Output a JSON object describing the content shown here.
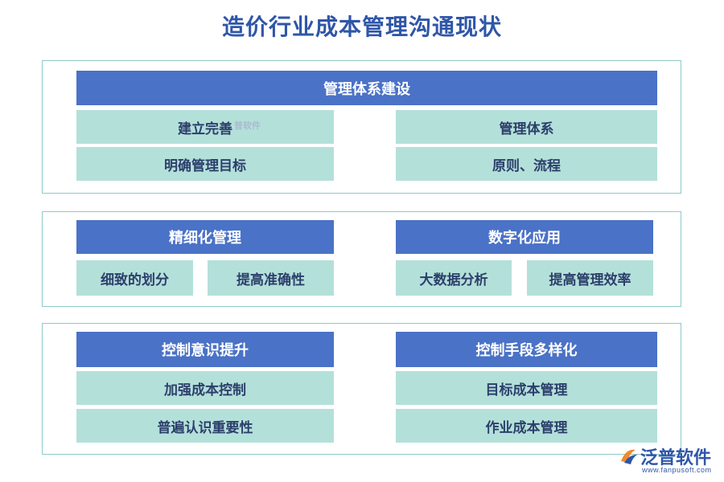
{
  "title": "造价行业成本管理沟通现状",
  "sections": [
    {
      "header": "管理体系建设",
      "cells": [
        "建立完善",
        "明确管理目标",
        "管理体系",
        "原则、流程"
      ]
    },
    {
      "groups": [
        {
          "header": "精细化管理",
          "items": [
            "细致的划分",
            "提高准确性"
          ]
        },
        {
          "header": "数字化应用",
          "items": [
            "大数据分析",
            "提高管理效率"
          ]
        }
      ]
    },
    {
      "groups": [
        {
          "header": "控制意识提升",
          "items": [
            "加强成本控制",
            "普遍认识重要性"
          ]
        },
        {
          "header": "控制手段多样化",
          "items": [
            "目标成本管理",
            "作业成本管理"
          ]
        }
      ]
    }
  ],
  "watermark_inline": "普软件",
  "logo": {
    "name": "泛普软件",
    "url": "www.fanpusoft.com"
  },
  "colors": {
    "title": "#2f56a8",
    "header": "#4a72c6",
    "cell": "#b4e0da",
    "border": "#8fc9c9"
  }
}
